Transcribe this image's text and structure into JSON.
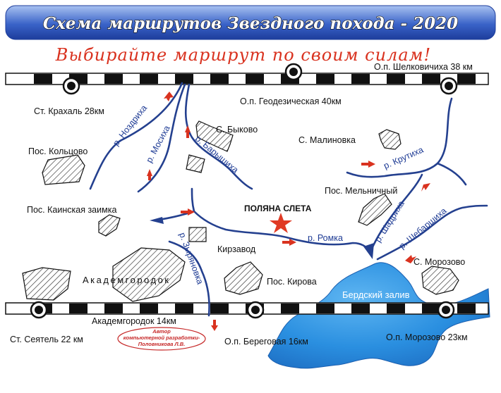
{
  "title": "Схема маршрутов Звездного похода - 2020",
  "subtitle": "Выбирайте маршрут по своим силам!",
  "author": {
    "line1": "Автор",
    "line2": "компьютерной разработки-",
    "line3": "Половникова Л.В."
  },
  "meeting_point": "ПОЛЯНА СЛЕТА",
  "stations": {
    "shelkovichikha": "О.п. Шелковичиха 38 км",
    "geodezicheskaya": "О.п. Геодезическая 40км",
    "krakhal": "Ст. Крахаль 28км",
    "akademgorodok_station": "Академгородок 14км",
    "seyatel": "Ст. Сеятель 22 км",
    "beregovaya": "О.п. Береговая 16км",
    "morozovo_station": "О.п. Морозово 23км"
  },
  "settlements": {
    "bykovo": "С. Быково",
    "malinovka": "С. Малиновка",
    "koltsovo": "Пос. Кольцово",
    "melnichny": "Пос. Мельничный",
    "kainskaya": "Пос. Каинская заимка",
    "kirzavod": "Кирзавод",
    "kirova": "Пос. Кирова",
    "morozovo": "С. Морозово",
    "akademgorodok": "Академгородок"
  },
  "rivers": {
    "nozdrikha": "р. Ноздриха",
    "mosikha": "р. Мосиха",
    "baryshikha": "р. Барышиха",
    "krutikha": "р. Крутиха",
    "shadrikha": "р. Шадриха",
    "shebarshikha": "р. Шебаршиха",
    "romka": "р. Ромка",
    "zyryanovka": "р. Зыряновка"
  },
  "bay": "Бердский залив",
  "colors": {
    "title_banner": "#3a63c8",
    "subtitle": "#d9321f",
    "river": "#24408f",
    "bay": "#2a8fe0",
    "arrow": "#d9321f",
    "star": "#e03a24"
  }
}
